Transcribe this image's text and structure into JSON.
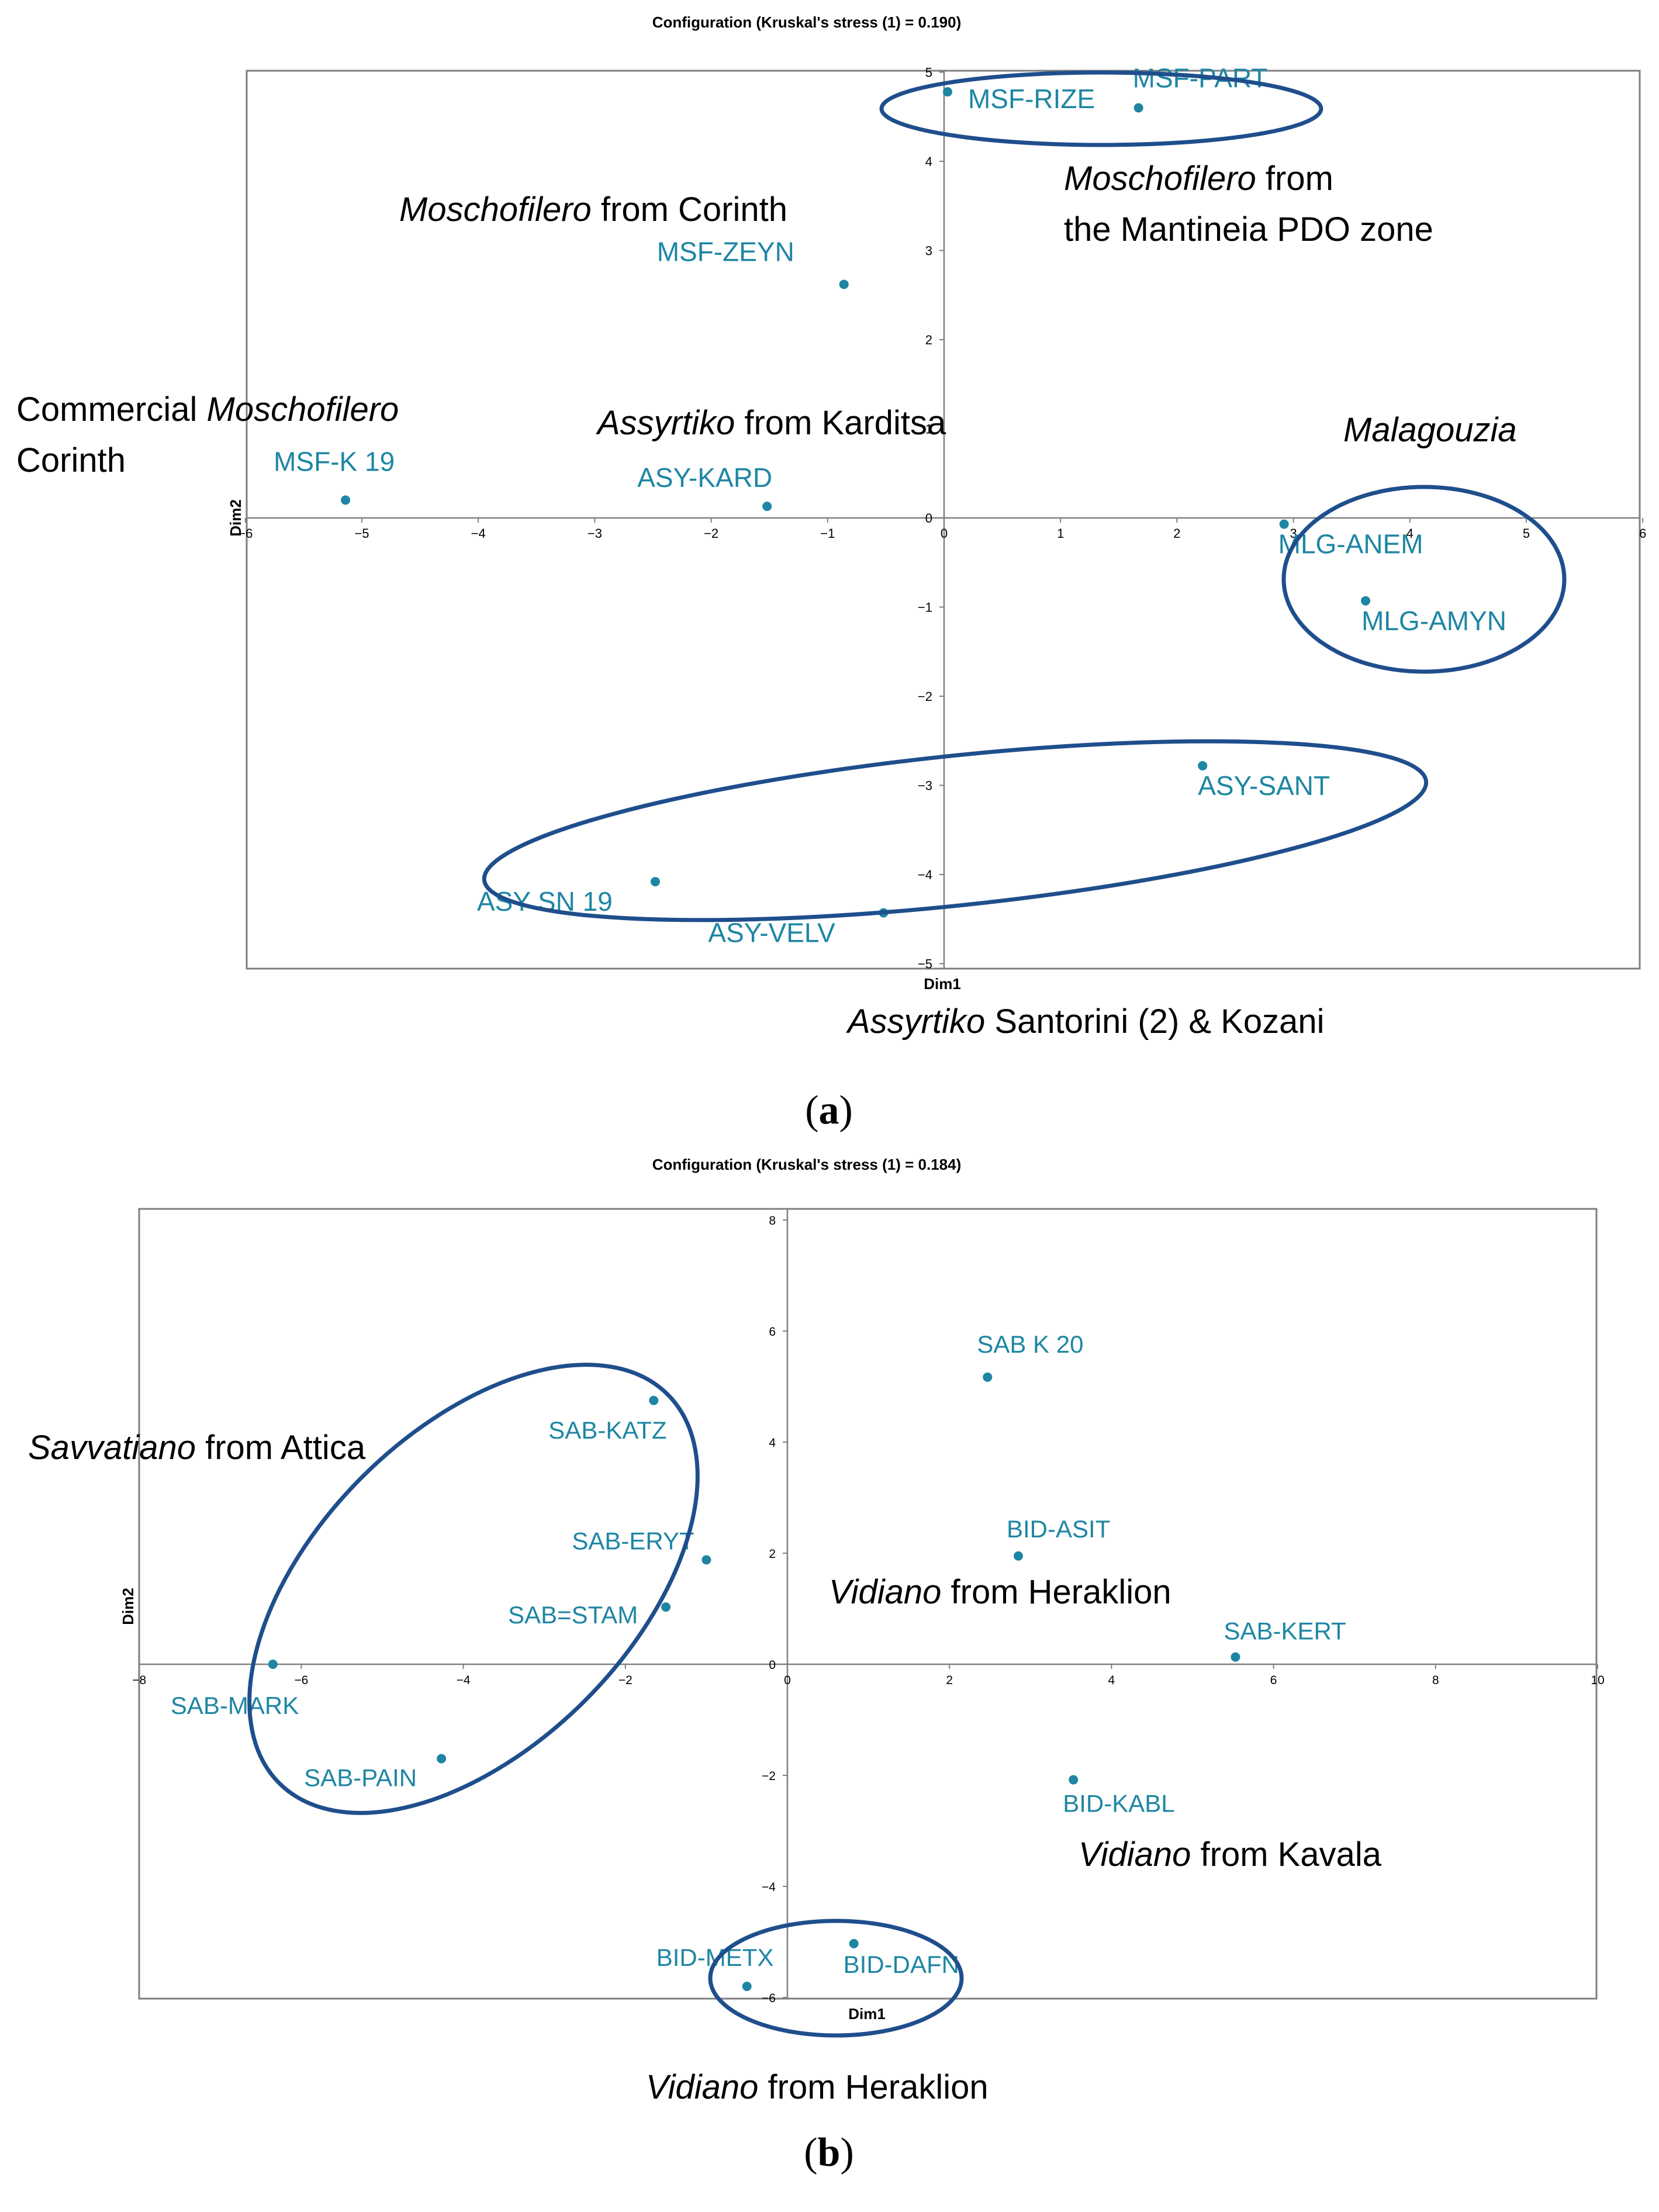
{
  "colors": {
    "point": "#1e86a3",
    "label": "#1e86a3",
    "ellipse": "#1f4e8c",
    "frame": "#7f7f7f",
    "axis": "#808080"
  },
  "panel_labels": [
    "(a)",
    "(b)"
  ],
  "chart_data": [
    {
      "type": "scatter",
      "title": "Configuration (Kruskal's stress (1) = 0.190)",
      "xlabel": "Dim1",
      "ylabel": "Dim2",
      "xlim": [
        -6,
        6
      ],
      "ylim": [
        -5,
        5
      ],
      "xticks": [
        -6,
        -5,
        -4,
        -3,
        -2,
        -1,
        0,
        1,
        2,
        3,
        4,
        5,
        6
      ],
      "yticks": [
        -5,
        -4,
        -3,
        -2,
        -1,
        0,
        1,
        2,
        3,
        4,
        5
      ],
      "points": [
        {
          "label": "MSF-RIZE",
          "x": 0.03,
          "y": 4.78
        },
        {
          "label": "MSF-PART",
          "x": 1.67,
          "y": 4.6
        },
        {
          "label": "MSF-ZEYN",
          "x": -0.86,
          "y": 2.62
        },
        {
          "label": "MSF-K 19",
          "x": -5.14,
          "y": 0.2
        },
        {
          "label": "ASY-KARD",
          "x": -1.52,
          "y": 0.13
        },
        {
          "label": "MLG-ANEM",
          "x": 2.92,
          "y": -0.07
        },
        {
          "label": "MLG-AMYN",
          "x": 3.62,
          "y": -0.93
        },
        {
          "label": "ASY-SANT",
          "x": 2.22,
          "y": -2.78
        },
        {
          "label": "ASY SN 19",
          "x": -2.48,
          "y": -4.08
        },
        {
          "label": "ASY-VELV",
          "x": -0.52,
          "y": -4.43
        }
      ],
      "group_labels": [
        {
          "key": "mantineia",
          "lines": [
            [
              {
                "t": "Moschofilero",
                "i": true
              },
              {
                "t": " from",
                "i": false
              }
            ],
            [
              {
                "t": "the Mantineia PDO zone",
                "i": false
              }
            ]
          ]
        },
        {
          "key": "corinth",
          "lines": [
            [
              {
                "t": "Moschofilero",
                "i": true
              },
              {
                "t": " from Corinth",
                "i": false
              }
            ]
          ]
        },
        {
          "key": "commercial",
          "lines": [
            [
              {
                "t": "Commercial ",
                "i": false
              },
              {
                "t": "Moschofilero",
                "i": true
              }
            ],
            [
              {
                "t": "Corinth",
                "i": false
              }
            ]
          ]
        },
        {
          "key": "karditsa",
          "lines": [
            [
              {
                "t": "Assyrtiko",
                "i": true
              },
              {
                "t": " from Karditsa",
                "i": false
              }
            ]
          ]
        },
        {
          "key": "malagouzia",
          "lines": [
            [
              {
                "t": "Malagouzia",
                "i": true
              }
            ]
          ]
        },
        {
          "key": "santorini",
          "lines": [
            [
              {
                "t": "Assyrtiko",
                "i": true
              },
              {
                "t": " Santorini (2) & Kozani",
                "i": false
              }
            ]
          ]
        }
      ]
    },
    {
      "type": "scatter",
      "title": "Configuration (Kruskal's stress (1) = 0.184)",
      "xlabel": "Dim1",
      "ylabel": "Dim2",
      "xlim": [
        -8,
        10
      ],
      "ylim": [
        -6,
        8
      ],
      "xticks": [
        -8,
        -6,
        -4,
        -2,
        0,
        2,
        4,
        6,
        8,
        10
      ],
      "yticks": [
        -6,
        -4,
        -2,
        0,
        2,
        4,
        6,
        8
      ],
      "points": [
        {
          "label": "SAB K 20",
          "x": 2.47,
          "y": 5.17
        },
        {
          "label": "SAB-KATZ",
          "x": -1.65,
          "y": 4.75
        },
        {
          "label": "BID-ASIT",
          "x": 2.85,
          "y": 1.95
        },
        {
          "label": "SAB-ERYT",
          "x": -1.0,
          "y": 1.88
        },
        {
          "label": "SAB=STAM",
          "x": -1.5,
          "y": 1.03
        },
        {
          "label": "SAB-KERT",
          "x": 5.53,
          "y": 0.13
        },
        {
          "label": "SAB-MARK",
          "x": -6.35,
          "y": 0.0
        },
        {
          "label": "SAB-PAIN",
          "x": -4.27,
          "y": -1.7
        },
        {
          "label": "BID-KABL",
          "x": 3.53,
          "y": -2.08
        },
        {
          "label": "BID-DAFN",
          "x": 0.82,
          "y": -5.03
        },
        {
          "label": "BID-METX",
          "x": -0.5,
          "y": -5.8
        }
      ],
      "group_labels": [
        {
          "key": "attica",
          "lines": [
            [
              {
                "t": "Savvatiano",
                "i": true
              },
              {
                "t": " from Attica",
                "i": false
              }
            ]
          ]
        },
        {
          "key": "heraklion1",
          "lines": [
            [
              {
                "t": "Vidiano",
                "i": true
              },
              {
                "t": " from Heraklion",
                "i": false
              }
            ]
          ]
        },
        {
          "key": "kavala",
          "lines": [
            [
              {
                "t": "Vidiano",
                "i": true
              },
              {
                "t": " from Kavala",
                "i": false
              }
            ]
          ]
        },
        {
          "key": "heraklion2",
          "lines": [
            [
              {
                "t": "Vidiano",
                "i": true
              },
              {
                "t": " from Heraklion",
                "i": false
              }
            ]
          ]
        }
      ]
    }
  ]
}
